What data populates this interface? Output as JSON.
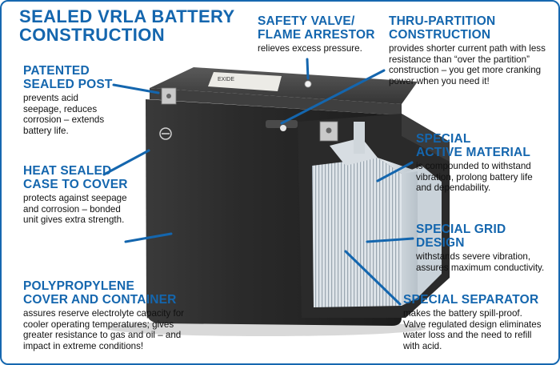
{
  "title": {
    "line1": "SEALED VRLA BATTERY",
    "line2": "CONSTRUCTION"
  },
  "callouts": [
    {
      "key": "sealed-post",
      "head": [
        "PATENTED",
        "SEALED POST"
      ],
      "body": [
        "prevents acid",
        "seepage, reduces",
        "corrosion – extends",
        "battery life."
      ]
    },
    {
      "key": "heat-sealed",
      "head": [
        "HEAT SEALED",
        "CASE TO COVER"
      ],
      "body": [
        "protects against seepage",
        "and corrosion – bonded",
        "unit gives extra strength."
      ]
    },
    {
      "key": "polypropylene",
      "head": [
        "POLYPROPYLENE",
        "COVER AND CONTAINER"
      ],
      "body": [
        "assures reserve electrolyte capacity for",
        "cooler operating temperatures; gives",
        "greater resistance to gas and oil – and",
        "impact in extreme conditions!"
      ]
    },
    {
      "key": "safety-valve",
      "head": [
        "SAFETY VALVE/",
        "FLAME ARRESTOR"
      ],
      "body": [
        "relieves excess pressure."
      ]
    },
    {
      "key": "thru-partition",
      "head": [
        "THRU-PARTITION",
        "CONSTRUCTION"
      ],
      "body": [
        "provides shorter current path with less",
        "resistance than “over the partition”",
        "construction – you get more cranking",
        "power when you need it!"
      ]
    },
    {
      "key": "active-material",
      "head": [
        "SPECIAL",
        "ACTIVE MATERIAL"
      ],
      "body": [
        "is compounded to withstand",
        "vibration, prolong battery life",
        "and dependability."
      ]
    },
    {
      "key": "grid-design",
      "head": [
        "SPECIAL GRID",
        "DESIGN"
      ],
      "body": [
        "withstands severe vibration,",
        "assures maximum conductivity."
      ]
    },
    {
      "key": "separator",
      "head": [
        "SPECIAL SEPARATOR"
      ],
      "body": [
        "makes the battery spill-proof.",
        "Valve regulated design eliminates",
        "water loss and the need to refill",
        "with acid."
      ]
    }
  ],
  "battery": {
    "terminal_symbol": "⊖",
    "label_text": "EXIDE"
  },
  "colors": {
    "accent": "#1466ae",
    "text": "#111111",
    "case": "#2a2a2a"
  }
}
